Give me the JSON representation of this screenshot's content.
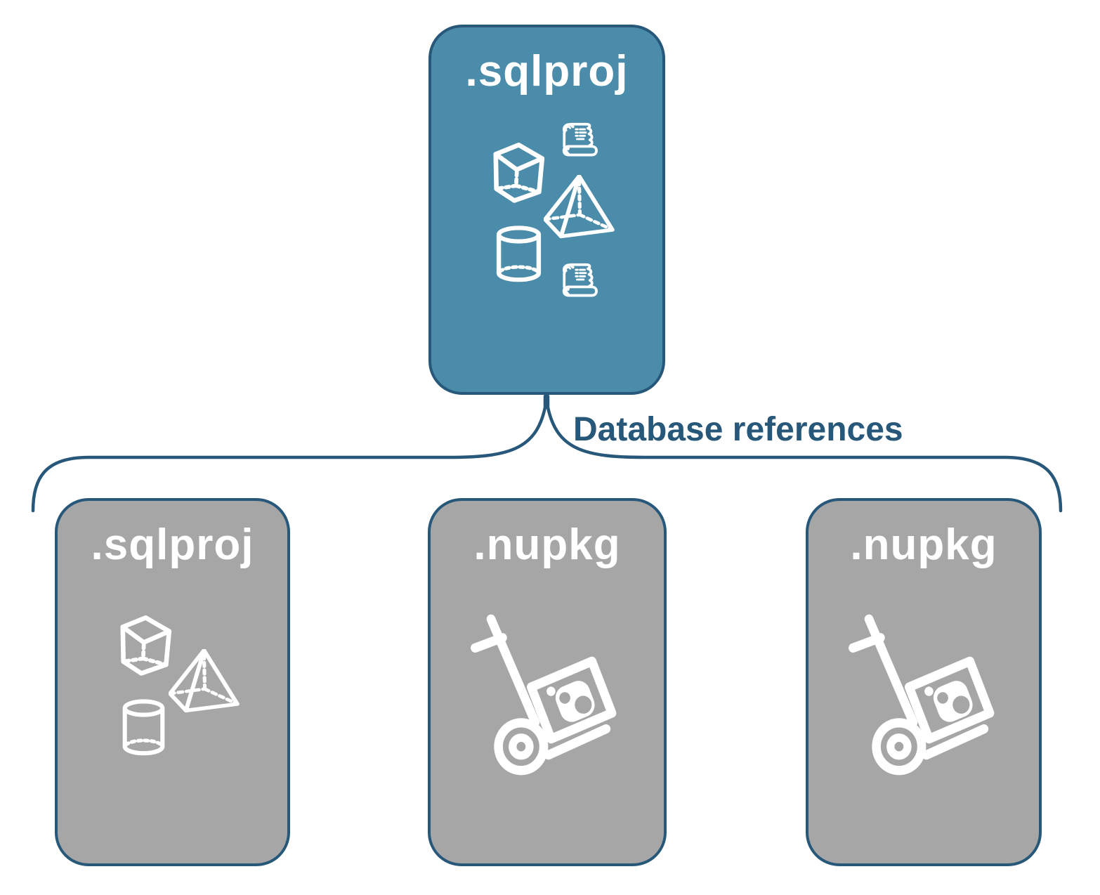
{
  "diagram": {
    "root": {
      "label": ".sqlproj",
      "icons": [
        "scroll-icon",
        "cube-icon",
        "pyramid-icon",
        "cylinder-icon",
        "scroll-icon"
      ]
    },
    "connector_label": "Database references",
    "children": [
      {
        "label": ".sqlproj",
        "icons": [
          "cube-icon",
          "pyramid-icon",
          "cylinder-icon"
        ]
      },
      {
        "label": ".nupkg",
        "icons": [
          "hand-truck-package-icon"
        ]
      },
      {
        "label": ".nupkg",
        "icons": [
          "hand-truck-package-icon"
        ]
      }
    ],
    "colors": {
      "root_fill": "#4A8CA9",
      "child_fill": "#A6A6A6",
      "outline": "#27587A",
      "label_text": "#27587A",
      "icon_and_title": "#FFFFFF",
      "background": "#FFFFFF"
    }
  }
}
